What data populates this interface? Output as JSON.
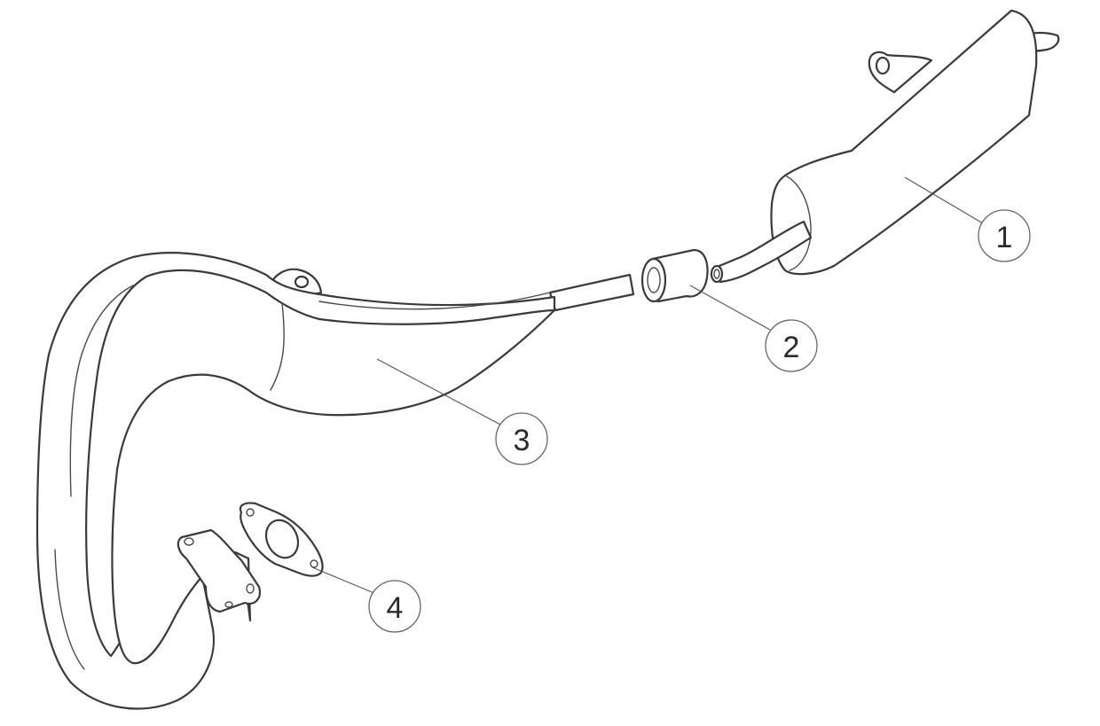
{
  "diagram": {
    "callouts": [
      {
        "id": "1",
        "label": "1",
        "part": "muffler-silencer"
      },
      {
        "id": "2",
        "label": "2",
        "part": "connecting-sleeve"
      },
      {
        "id": "3",
        "label": "3",
        "part": "expansion-chamber-exhaust-pipe"
      },
      {
        "id": "4",
        "label": "4",
        "part": "flange-gasket"
      }
    ]
  }
}
